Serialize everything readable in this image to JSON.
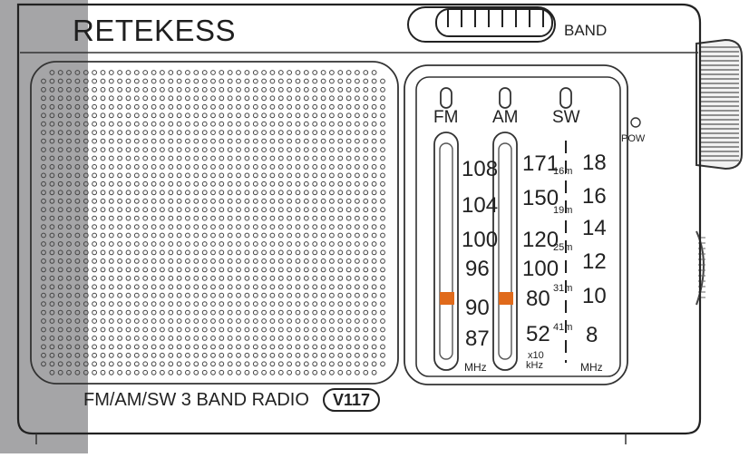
{
  "brand": {
    "logo_text": "RETEKESS"
  },
  "controls": {
    "band_switch_label": "BAND",
    "power_indicator_label": "POW"
  },
  "dial": {
    "bands": [
      "FM",
      "AM",
      "SW"
    ],
    "fm_scale": [
      "108",
      "104",
      "100",
      "96",
      "90",
      "87"
    ],
    "fm_unit": "MHz",
    "am_scale": [
      "171",
      "150",
      "120",
      "100",
      "80",
      "52"
    ],
    "am_unit_multiplier": "x10",
    "am_unit": "kHz",
    "sw_meter_bands": [
      "16m",
      "19m",
      "25m",
      "31m",
      "41m"
    ],
    "sw_scale": [
      "18",
      "16",
      "14",
      "12",
      "10",
      "8"
    ],
    "sw_unit": "MHz",
    "fm_pointer_color": "#e06a1b",
    "am_pointer_color": "#e06a1b"
  },
  "footer": {
    "model_text": "FM/AM/SW 3 BAND RADIO",
    "model_badge": "V117"
  }
}
